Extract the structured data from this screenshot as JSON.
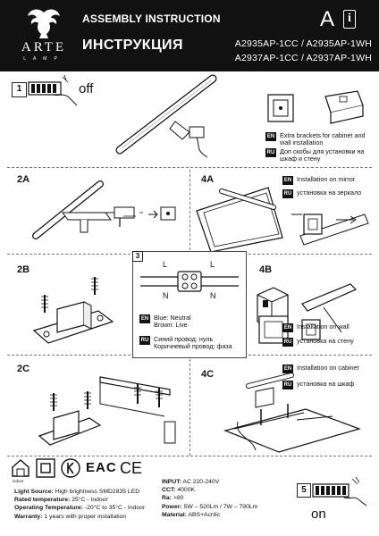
{
  "header": {
    "brand": "ARTE",
    "brand_sub": "LAMP",
    "title_en": "ASSEMBLY INSTRUCTION",
    "title_ru": "ИНСТРУКЦИЯ",
    "letter": "A",
    "info_glyph": "i",
    "models_line1": "A2935AP-1CC / A2935AP-1WH",
    "models_line2": "A2937AP-1CC / A2937AP-1WH"
  },
  "steps": {
    "s1": "1",
    "off": "off",
    "s2a": "2A",
    "s2b": "2B",
    "s2c": "2C",
    "s3": "3",
    "s4a": "4A",
    "s4b": "4B",
    "s4c": "4C",
    "s5": "5",
    "on": "on"
  },
  "notes": {
    "brackets_en": "Extra brackets for cabinet and wall installation",
    "brackets_ru": "Доп скобы для установки на шкаф и стену",
    "mirror_en": "Installation on mirror",
    "mirror_ru": "установка на зеркало",
    "wall_en": "Installation on wall",
    "wall_ru": "установка на стену",
    "cabinet_en": "Installation on cabinet",
    "cabinet_ru": "установка на шкаф"
  },
  "wiring": {
    "L": "L",
    "N": "N",
    "en": "Blue: Neutral Brown: Live",
    "ru1": "Синий провод: нуль",
    "ru2": "Коричневый провод: фаза"
  },
  "lang": {
    "en": "EN",
    "ru": "RU"
  },
  "certs": {
    "indoor": "indoor",
    "eac": "EAC",
    "ce": "CE"
  },
  "specs": {
    "light_source_k": "Light Source:",
    "light_source_v": "High brightness SMD2835 LED",
    "rated_temp_k": "Rated temperature:",
    "rated_temp_v": "25°C - Indoor",
    "op_temp_k": "Operating Temperature:",
    "op_temp_v": "-20°C to 35°C - Indoor",
    "warranty_k": "Warranty:",
    "warranty_v": "1 years with proper installation",
    "input_k": "INPUT:",
    "input_v": "AC 220-240V",
    "cct_k": "CCT:",
    "cct_v": "4000K",
    "ra_k": "Ra:",
    "ra_v": ">80",
    "power_k": "Power:",
    "power_v": "5W – 520Lm / 7W – 790Lm",
    "material_k": "Material:",
    "material_v": "ABS+Acrilic"
  }
}
